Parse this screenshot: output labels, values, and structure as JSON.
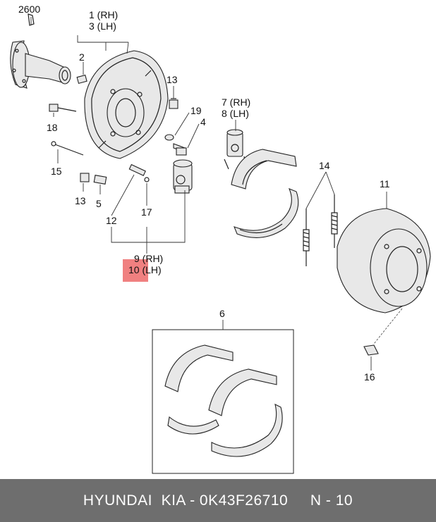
{
  "labels": {
    "p2600": "2600",
    "p1": "1 (RH)",
    "p3": "3 (LH)",
    "p2": "2",
    "p13a": "13",
    "p19": "19",
    "p4": "4",
    "p18": "18",
    "p15": "15",
    "p13b": "13",
    "p5": "5",
    "p7": "7 (RH)",
    "p8": "8 (LH)",
    "p14": "14",
    "p11": "11",
    "p12": "12",
    "p17": "17",
    "p9": "9 (RH)",
    "p10": "10 (LH)",
    "p6": "6",
    "p16": "16"
  },
  "colors": {
    "highlight": "#f08080",
    "footer_bg": "#6e6e6e"
  },
  "footer": {
    "brand": "HYUNDAI  KIA - 0K43F26710",
    "page": "N - 10"
  }
}
